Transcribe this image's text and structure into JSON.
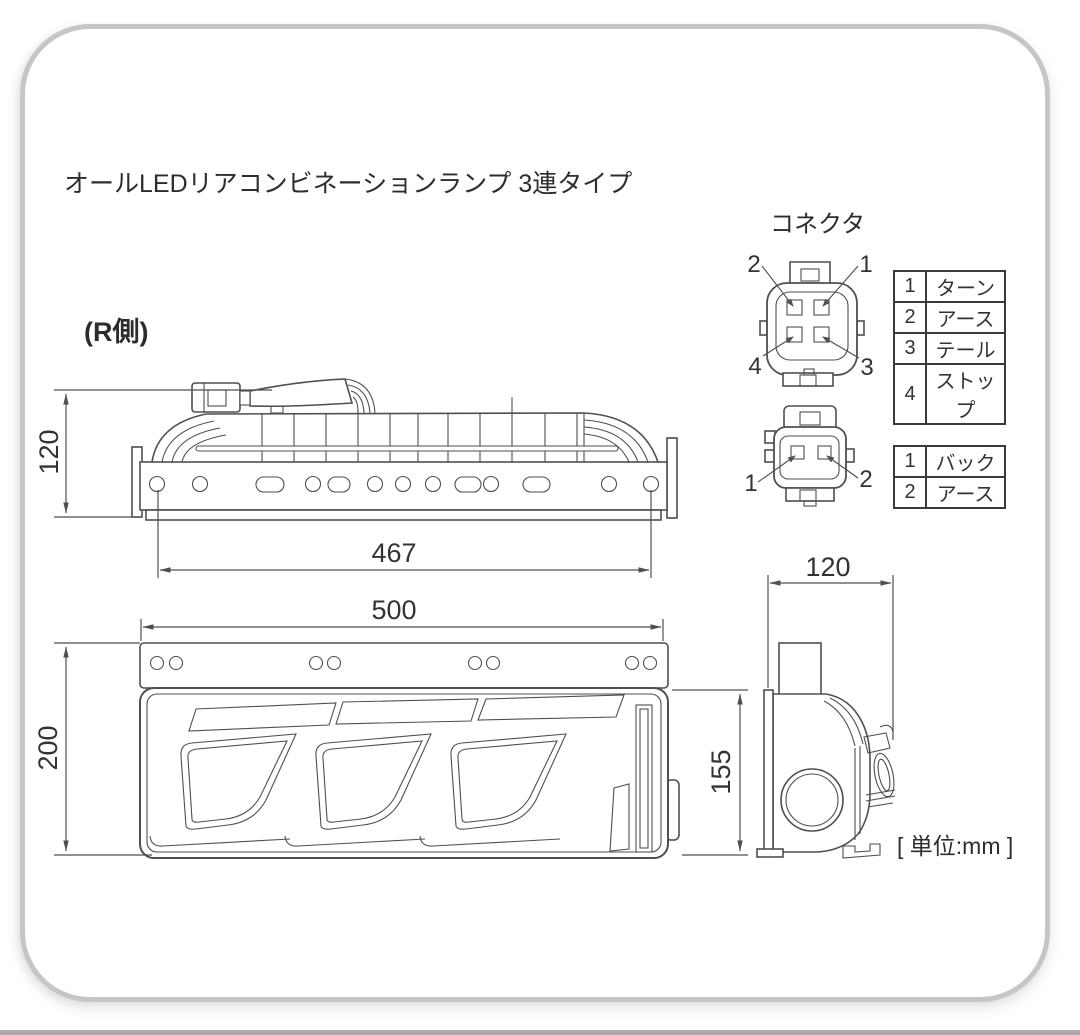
{
  "header": {
    "title": "オールLEDリアコンビネーションランプ 3連タイプ"
  },
  "views": {
    "top_view_label": "(R側)"
  },
  "dimensions": {
    "top_view": {
      "height": "120",
      "hole_span": "467"
    },
    "front_view": {
      "width": "500",
      "height": "200",
      "lamp_height": "155"
    },
    "side_view": {
      "depth": "120"
    }
  },
  "connector_section": {
    "title": "コネクタ",
    "connector_4pin": {
      "pins": [
        "1",
        "2",
        "3",
        "4"
      ],
      "pin_table": [
        {
          "pin": "1",
          "signal": "ターン"
        },
        {
          "pin": "2",
          "signal": "アース"
        },
        {
          "pin": "3",
          "signal": "テール"
        },
        {
          "pin": "4",
          "signal": "ストップ"
        }
      ]
    },
    "connector_2pin": {
      "pins": [
        "1",
        "2"
      ],
      "pin_table": [
        {
          "pin": "1",
          "signal": "バック"
        },
        {
          "pin": "2",
          "signal": "アース"
        }
      ]
    }
  },
  "footer": {
    "unit_note": "[ 単位:mm ]"
  },
  "colors": {
    "line": "#4f4f4f",
    "text": "#333333",
    "card_border": "#c6c6c6"
  }
}
